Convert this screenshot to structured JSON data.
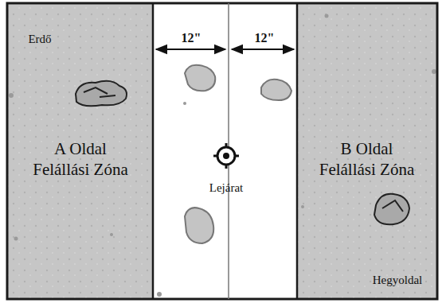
{
  "diagram": {
    "nodes": [
      {
        "text": [
          "A Oldal Felállási Zóna"
        ]
      },
      {
        "text": [
          "B Oldal Felállási Zóna"
        ]
      }
    ],
    "labels": [
      "Erdő",
      "12\"",
      "12\"",
      "Lejárat",
      "Hegyoldal"
    ]
  }
}
